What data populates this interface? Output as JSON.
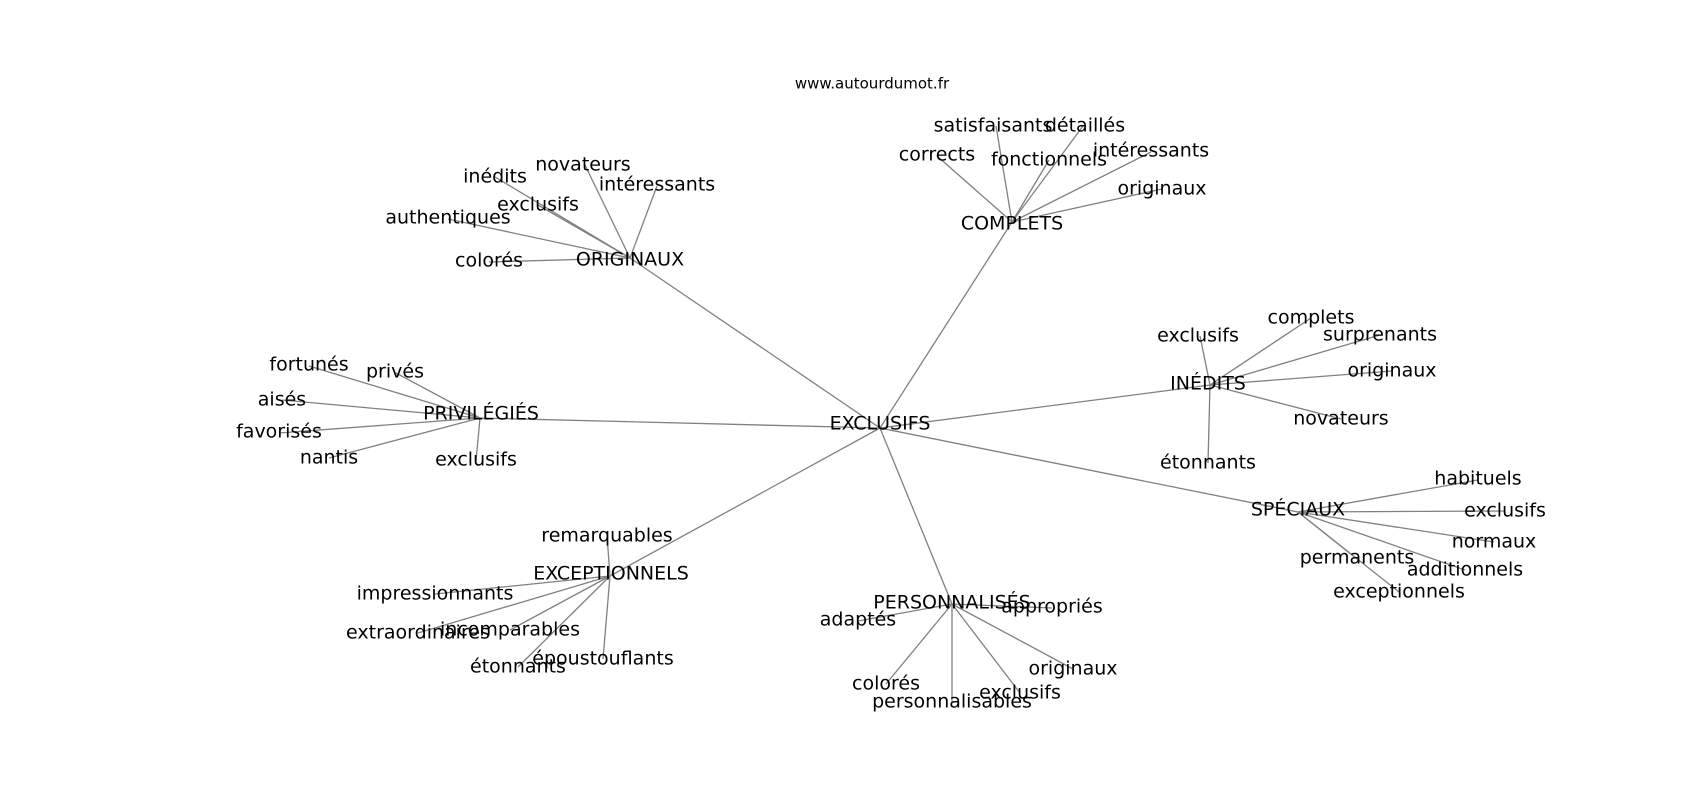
{
  "credit": "www.autourdumot.fr",
  "center": "EXCLUSIFS",
  "clusters": [
    {
      "label": "ORIGINAUX",
      "words": [
        "inédits",
        "novateurs",
        "intéressants",
        "exclusifs",
        "authentiques",
        "colorés"
      ]
    },
    {
      "label": "COMPLETS",
      "words": [
        "satisfaisants",
        "détaillés",
        "corrects",
        "fonctionnels",
        "intéressants",
        "originaux"
      ]
    },
    {
      "label": "INÉDITS",
      "words": [
        "exclusifs",
        "complets",
        "surprenants",
        "originaux",
        "novateurs",
        "étonnants"
      ]
    },
    {
      "label": "PRIVILÉGIÉS",
      "words": [
        "fortunés",
        "privés",
        "aisés",
        "favorisés",
        "nantis",
        "exclusifs"
      ]
    },
    {
      "label": "SPÉCIAUX",
      "words": [
        "habituels",
        "exclusifs",
        "normaux",
        "permanents",
        "additionnels",
        "exceptionnels"
      ]
    },
    {
      "label": "EXCEPTIONNELS",
      "words": [
        "remarquables",
        "impressionnants",
        "extraordinaires",
        "incomparables",
        "époustouflants",
        "étonnants"
      ]
    },
    {
      "label": "PERSONNALISÉS",
      "words": [
        "adaptés",
        "appropriés",
        "originaux",
        "colorés",
        "exclusifs",
        "personnalisables"
      ]
    }
  ]
}
